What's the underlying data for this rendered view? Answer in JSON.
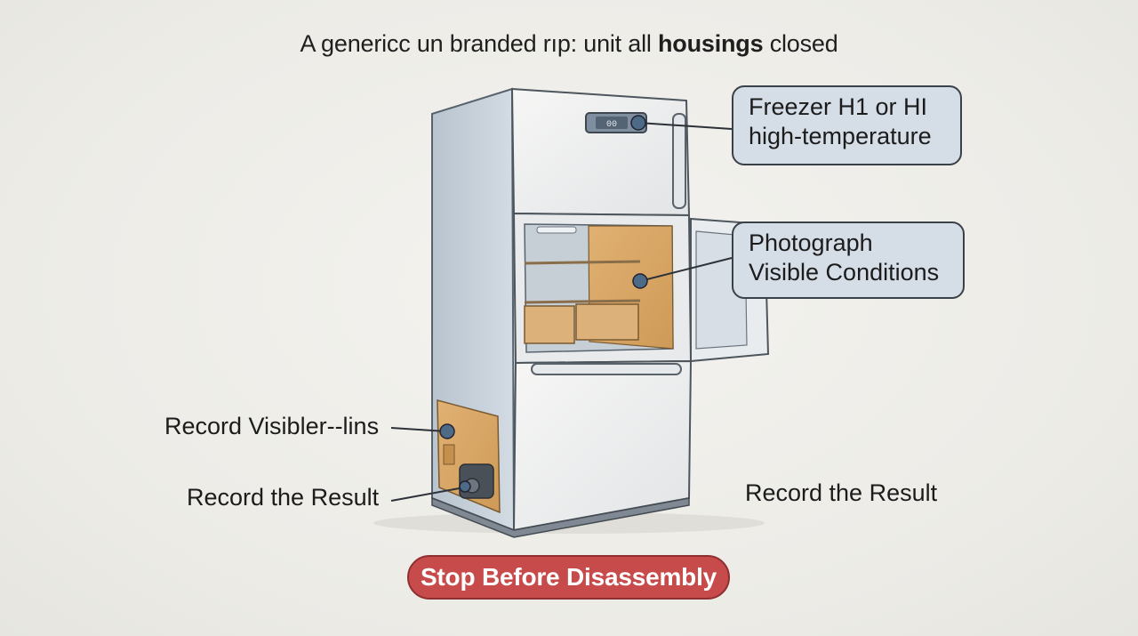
{
  "title": {
    "before": "A genericc un branded rıp: unit all ",
    "bold": "housings",
    "after": " closed"
  },
  "callouts": {
    "freezer": {
      "line1": "Freezer H1 or HI",
      "line2": "high-temperature"
    },
    "photograph": {
      "line1": "Photograph",
      "line2": "Visible Conditions"
    }
  },
  "labels": {
    "record_visible": "Record Visibler--lins",
    "record_result_left": "Record the Result",
    "record_result_right": "Record the Result"
  },
  "display_readout": "00",
  "stop_button": "Stop Before Disassembly",
  "colors": {
    "callout_fill": "#d5dde6",
    "stop_button": "#c84b4b",
    "interior_tan": "#d9a868",
    "fridge_body": "#e9eaec"
  }
}
